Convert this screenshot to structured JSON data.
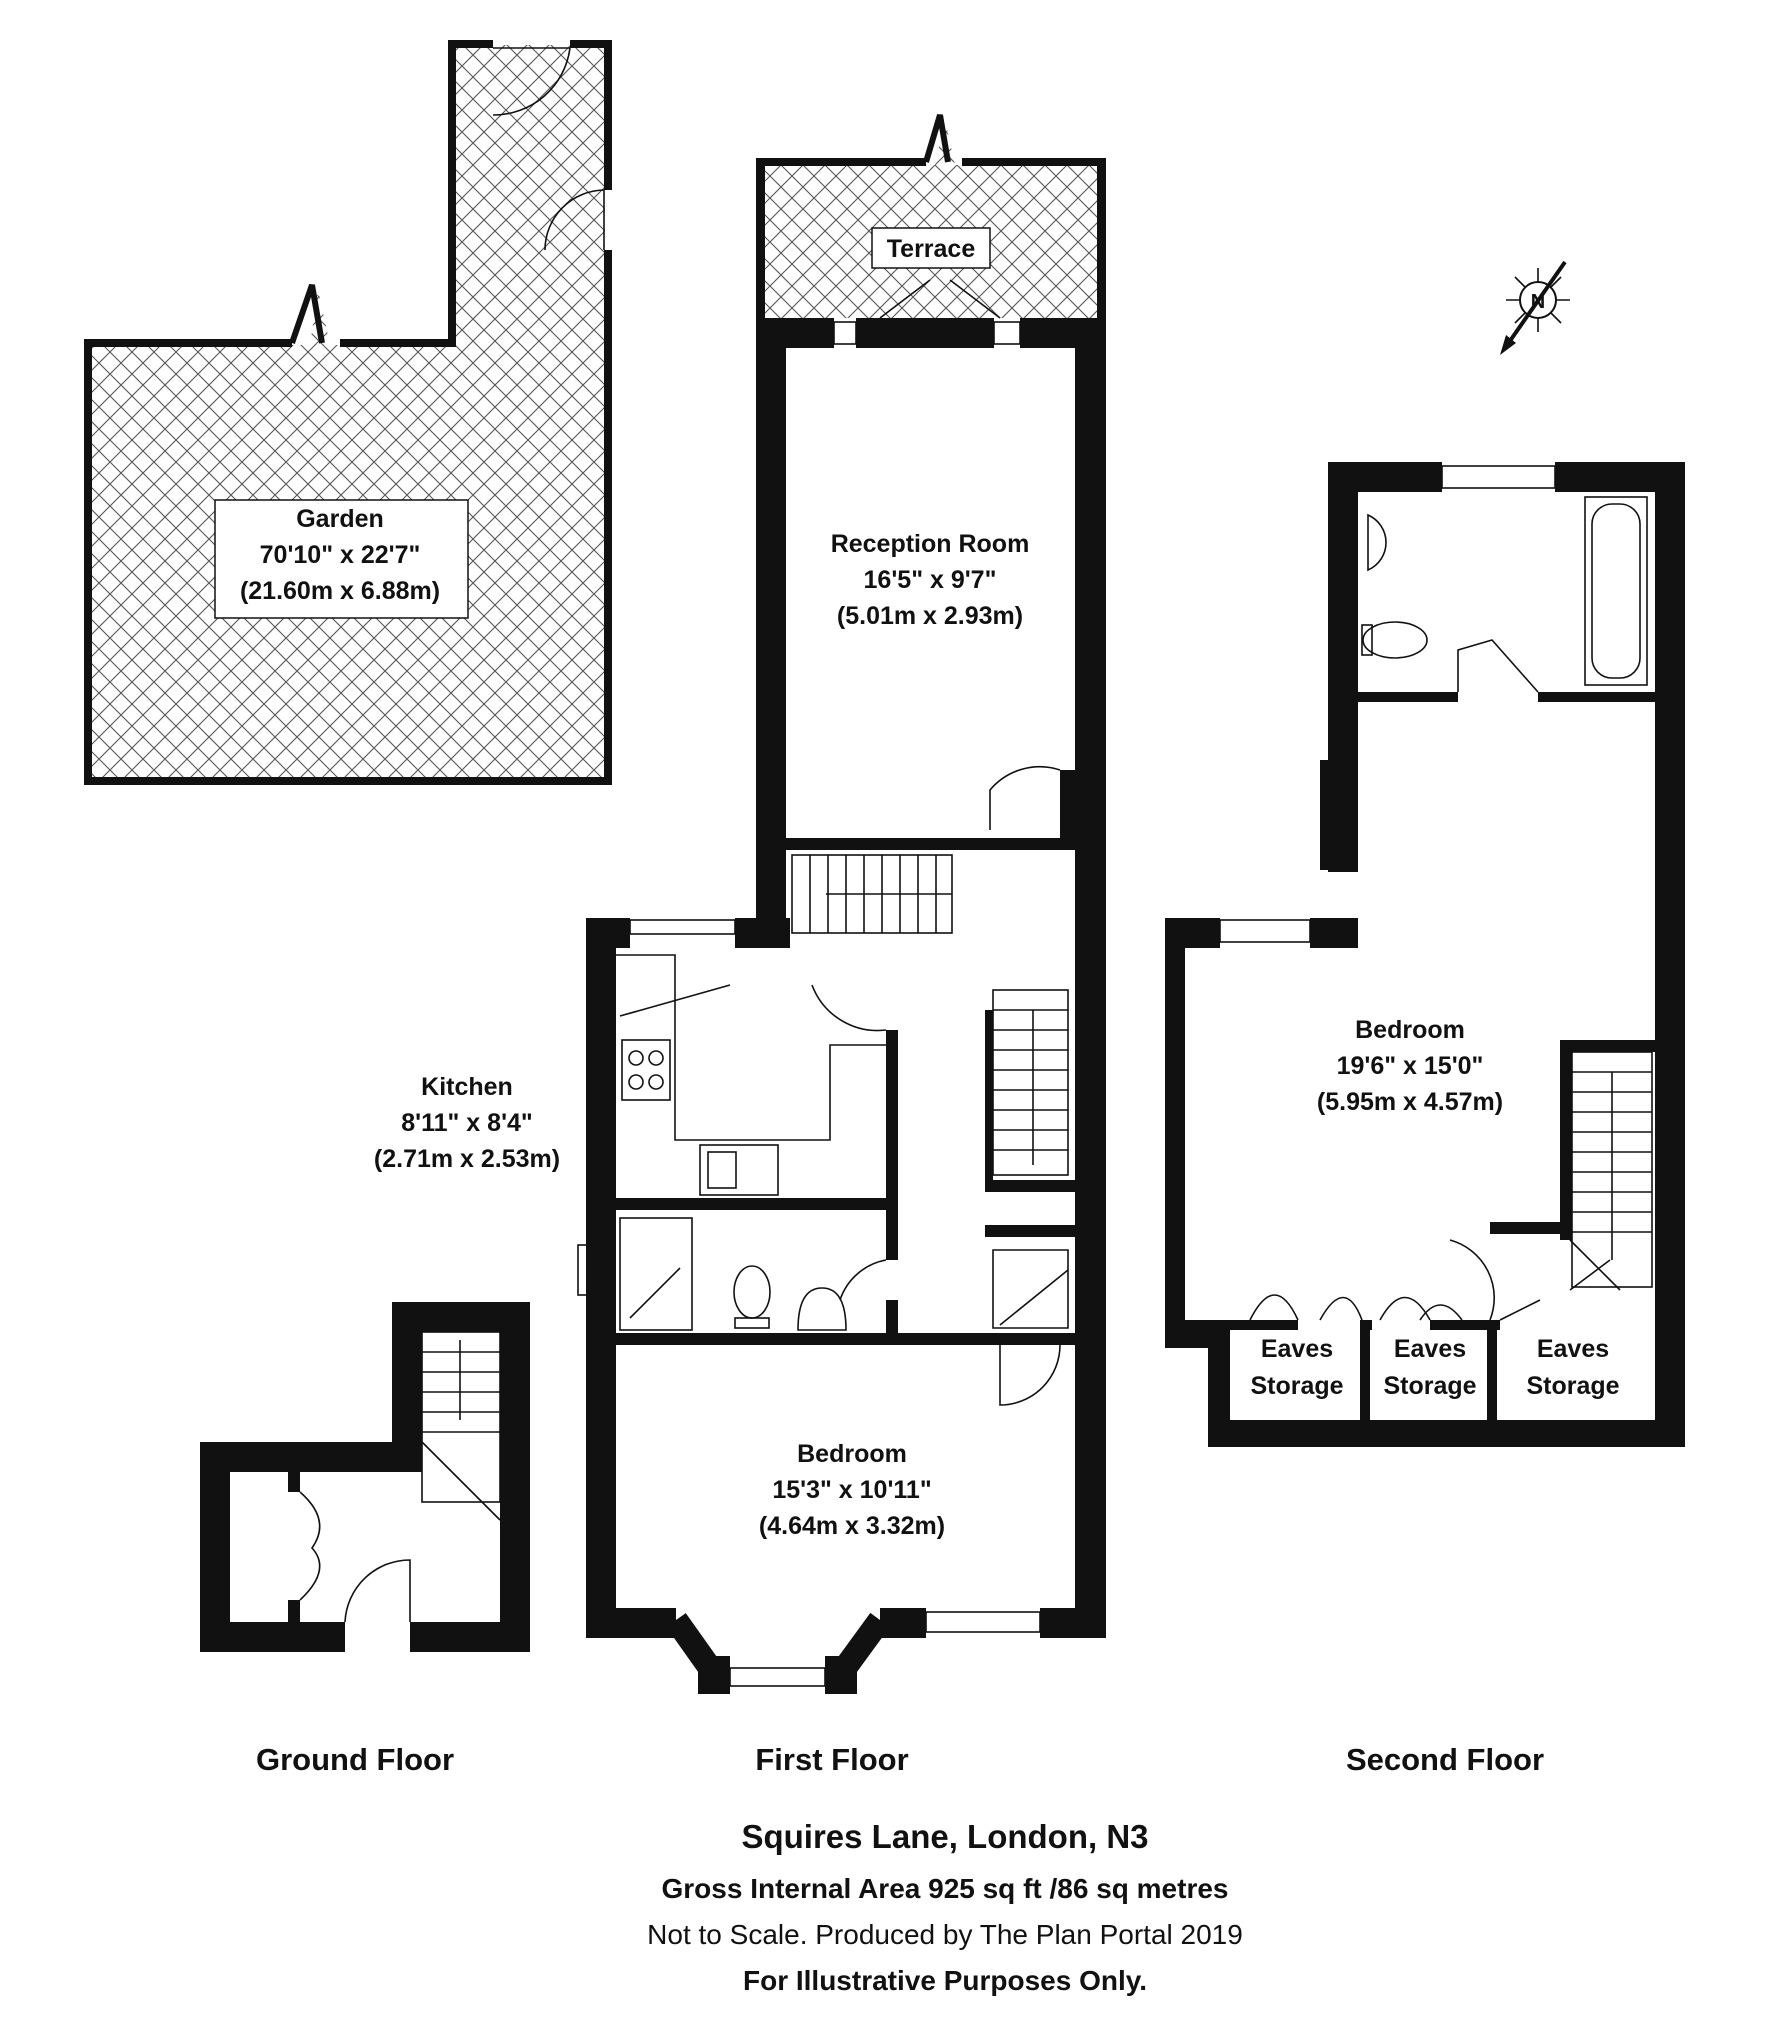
{
  "rooms": {
    "garden": {
      "name": "Garden",
      "dim_imperial": "70'10\" x 22'7\"",
      "dim_metric": "(21.60m x 6.88m)"
    },
    "terrace": {
      "name": "Terrace"
    },
    "reception": {
      "name": "Reception Room",
      "dim_imperial": "16'5\" x 9'7\"",
      "dim_metric": "(5.01m x 2.93m)"
    },
    "kitchen": {
      "name": "Kitchen",
      "dim_imperial": "8'11\" x 8'4\"",
      "dim_metric": "(2.71m x 2.53m)"
    },
    "bedroom1": {
      "name": "Bedroom",
      "dim_imperial": "15'3\" x 10'11\"",
      "dim_metric": "(4.64m x 3.32m)"
    },
    "bedroom2": {
      "name": "Bedroom",
      "dim_imperial": "19'6\" x 15'0\"",
      "dim_metric": "(5.95m x 4.57m)"
    },
    "eaves1": {
      "line1": "Eaves",
      "line2": "Storage"
    },
    "eaves2": {
      "line1": "Eaves",
      "line2": "Storage"
    },
    "eaves3": {
      "line1": "Eaves",
      "line2": "Storage"
    }
  },
  "floors": {
    "ground": "Ground Floor",
    "first": "First Floor",
    "second": "Second Floor"
  },
  "compass_letter": "N",
  "footer": {
    "address": "Squires Lane, London, N3",
    "area": "Gross Internal Area 925 sq ft /86 sq metres",
    "disclaimer": "Not to Scale. Produced by The Plan Portal 2019",
    "purpose": "For Illustrative Purposes Only."
  }
}
